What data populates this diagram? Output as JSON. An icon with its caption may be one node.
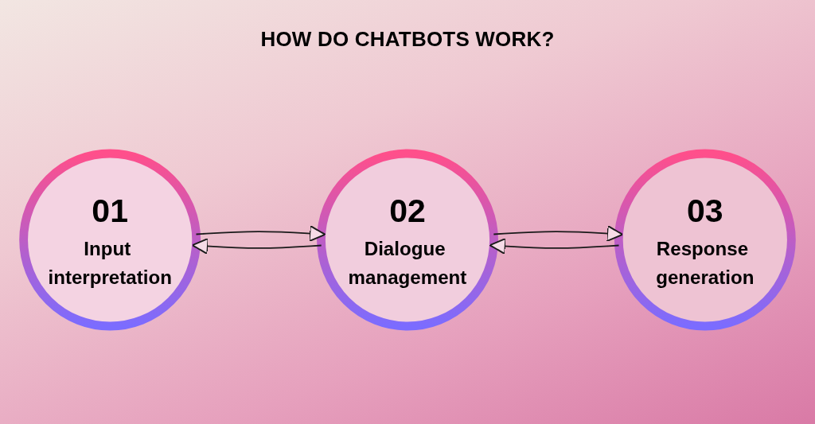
{
  "diagram": {
    "title": "HOW DO CHATBOTS WORK?",
    "nodes": [
      {
        "text": [
          "01",
          "Input interpretation"
        ]
      },
      {
        "text": [
          "02",
          "Dialogue management"
        ]
      },
      {
        "text": [
          "03",
          "Response generation"
        ]
      }
    ],
    "edges": [
      {
        "from": 0,
        "to": 1,
        "arrow": "to"
      },
      {
        "from": 1,
        "to": 0,
        "arrow": "to"
      },
      {
        "from": 1,
        "to": 2,
        "arrow": "to"
      },
      {
        "from": 2,
        "to": 1,
        "arrow": "to"
      }
    ]
  }
}
